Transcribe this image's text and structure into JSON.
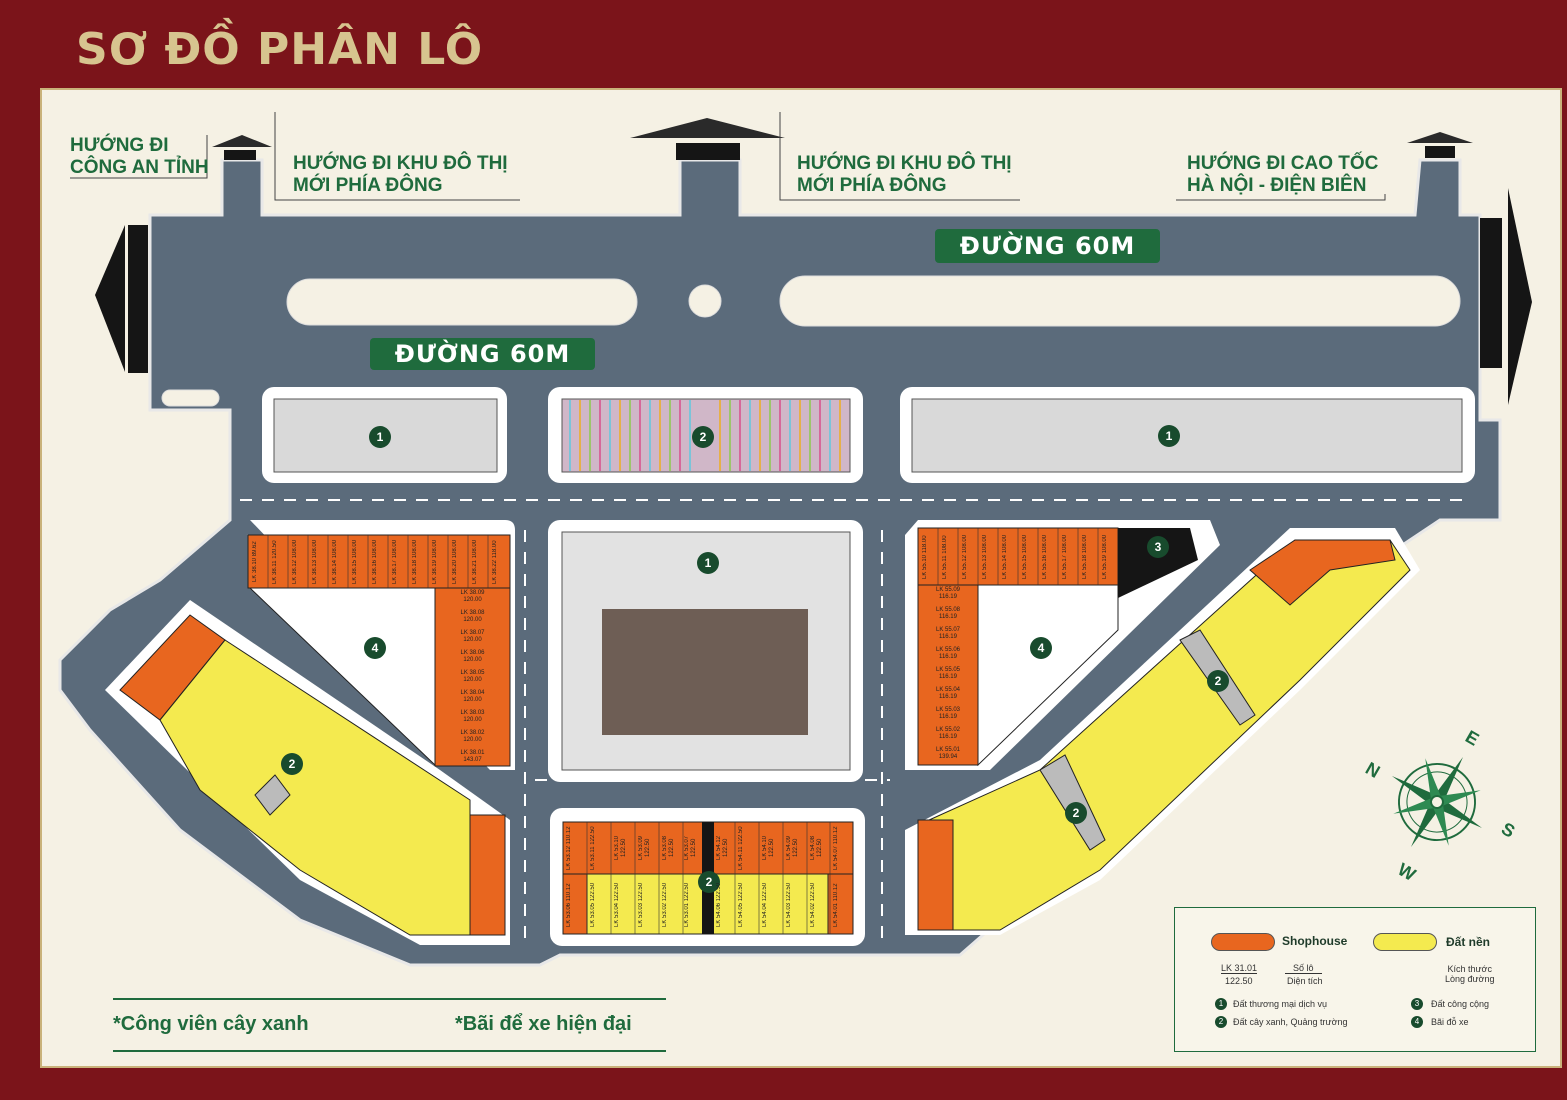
{
  "title": "SƠ ĐỒ PHÂN LÔ",
  "directions": {
    "police": "HƯỚNG ĐI\nCÔNG AN TỈNH",
    "east_urban_1": "HƯỚNG ĐI KHU ĐÔ THỊ\nMỚI PHÍA ĐÔNG",
    "east_urban_2": "HƯỚNG ĐI KHU ĐÔ THỊ\nMỚI PHÍA ĐÔNG",
    "expressway": "HƯỚNG ĐI CAO TỐC\nHÀ NỘI - ĐIỆN BIÊN"
  },
  "roads": {
    "top": "ĐƯỜNG 60M",
    "left": "ĐƯỜNG 60M"
  },
  "zones": {
    "commercial": "1",
    "green": "2",
    "public": "3",
    "parking": "4"
  },
  "lots": {
    "top_left_row": [
      {
        "code": "LK 38.10",
        "area": "89.62"
      },
      {
        "code": "LK 38.11",
        "area": "120.50"
      },
      {
        "code": "LK 38.12",
        "area": "108.00"
      },
      {
        "code": "LK 38.13",
        "area": "108.00"
      },
      {
        "code": "LK 38.14",
        "area": "108.00"
      },
      {
        "code": "LK 38.15",
        "area": "108.00"
      },
      {
        "code": "LK 38.16",
        "area": "108.00"
      },
      {
        "code": "LK 38.17",
        "area": "108.00"
      },
      {
        "code": "LK 38.18",
        "area": "108.00"
      },
      {
        "code": "LK 38.19",
        "area": "108.00"
      },
      {
        "code": "LK 38.20",
        "area": "108.00"
      },
      {
        "code": "LK 38.21",
        "area": "108.00"
      },
      {
        "code": "LK 38.22",
        "area": "118.00"
      }
    ],
    "top_left_col": [
      {
        "code": "LK 38.09",
        "area": "120.00"
      },
      {
        "code": "LK 38.08",
        "area": "120.00"
      },
      {
        "code": "LK 38.07",
        "area": "120.00"
      },
      {
        "code": "LK 38.06",
        "area": "120.00"
      },
      {
        "code": "LK 38.05",
        "area": "120.00"
      },
      {
        "code": "LK 38.04",
        "area": "120.00"
      },
      {
        "code": "LK 38.03",
        "area": "120.00"
      },
      {
        "code": "LK 38.02",
        "area": "120.00"
      },
      {
        "code": "LK 38.01",
        "area": "143.07"
      }
    ],
    "top_right_row": [
      {
        "code": "LK 55.10",
        "area": "118.00"
      },
      {
        "code": "LK 55.11",
        "area": "108.00"
      },
      {
        "code": "LK 55.12",
        "area": "108.00"
      },
      {
        "code": "LK 55.13",
        "area": "108.00"
      },
      {
        "code": "LK 55.14",
        "area": "108.00"
      },
      {
        "code": "LK 55.15",
        "area": "108.00"
      },
      {
        "code": "LK 55.16",
        "area": "108.00"
      },
      {
        "code": "LK 55.17",
        "area": "108.00"
      },
      {
        "code": "LK 55.18",
        "area": "108.00"
      },
      {
        "code": "LK 55.19",
        "area": "108.00"
      }
    ],
    "top_right_col": [
      {
        "code": "LK 55.09",
        "area": "116.19"
      },
      {
        "code": "LK 55.08",
        "area": "116.19"
      },
      {
        "code": "LK 55.07",
        "area": "116.19"
      },
      {
        "code": "LK 55.06",
        "area": "116.19"
      },
      {
        "code": "LK 55.05",
        "area": "116.19"
      },
      {
        "code": "LK 55.04",
        "area": "116.19"
      },
      {
        "code": "LK 55.03",
        "area": "116.19"
      },
      {
        "code": "LK 55.02",
        "area": "116.19"
      },
      {
        "code": "LK 55.01",
        "area": "139.94"
      }
    ],
    "bottom_mid_top": [
      {
        "code": "LK 53.12",
        "area": "110.12"
      },
      {
        "code": "LK 53.11",
        "area": "122.50"
      },
      {
        "code": "LK 53.10",
        "area": "122.50"
      },
      {
        "code": "LK 53.09",
        "area": "122.50"
      },
      {
        "code": "LK 53.08",
        "area": "122.50"
      },
      {
        "code": "LK 53.07",
        "area": "122.50"
      },
      {
        "code": "LK 54.12",
        "area": "122.50"
      },
      {
        "code": "LK 54.11",
        "area": "122.50"
      },
      {
        "code": "LK 54.10",
        "area": "122.50"
      },
      {
        "code": "LK 54.09",
        "area": "122.50"
      },
      {
        "code": "LK 54.08",
        "area": "122.50"
      },
      {
        "code": "LK 54.07",
        "area": "110.12"
      }
    ],
    "bottom_mid_bottom": [
      {
        "code": "LK 53.06",
        "area": "110.12"
      },
      {
        "code": "LK 53.05",
        "area": "122.50"
      },
      {
        "code": "LK 53.04",
        "area": "122.50"
      },
      {
        "code": "LK 53.03",
        "area": "122.50"
      },
      {
        "code": "LK 53.02",
        "area": "122.50"
      },
      {
        "code": "LK 53.01",
        "area": "122.50"
      },
      {
        "code": "LK 54.06",
        "area": "122.50"
      },
      {
        "code": "LK 54.05",
        "area": "122.50"
      },
      {
        "code": "LK 54.04",
        "area": "122.50"
      },
      {
        "code": "LK 54.03",
        "area": "122.50"
      },
      {
        "code": "LK 54.02",
        "area": "122.50"
      },
      {
        "code": "LK 54.01",
        "area": "110.12"
      }
    ]
  },
  "footnotes": {
    "park": "*Công viên cây xanh",
    "parking": "*Bãi để xe hiện đại"
  },
  "legend": {
    "shophouse": "Shophouse",
    "dat_nen": "Đất nền",
    "sample_code": "LK 31.01",
    "sample_area": "122.50",
    "so_lo": "Số lô",
    "dien_tich": "Diện tích",
    "kich_thuoc": "Kích thước\nLòng đường",
    "item1": "Đất thương mại dịch vụ",
    "item2": "Đất cây xanh, Quảng trường",
    "item3": "Đất công cộng",
    "item4": "Bãi đỗ xe",
    "n1": "1",
    "n2": "2",
    "n3": "3",
    "n4": "4"
  },
  "compass": {
    "n": "N",
    "e": "E",
    "s": "S",
    "w": "W"
  },
  "colors": {
    "shophouse": "#e8661f",
    "dat_nen": "#f4ea4f",
    "road": "#5b6b7b",
    "green": "#1f6b3d",
    "frame": "#7b141a"
  }
}
